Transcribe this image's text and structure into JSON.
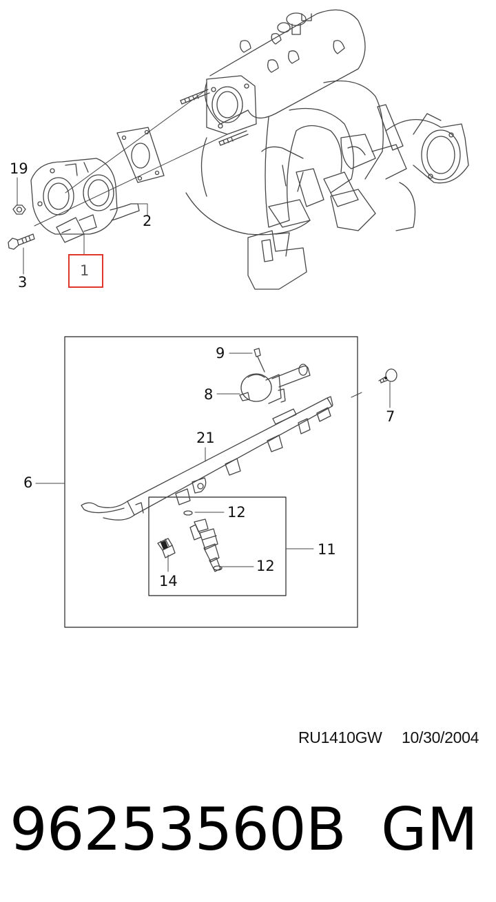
{
  "callouts": {
    "c1": "1",
    "c2": "2",
    "c3": "3",
    "c6": "6",
    "c7": "7",
    "c8": "8",
    "c9": "9",
    "c11": "11",
    "c12a": "12",
    "c12b": "12",
    "c14": "14",
    "c19": "19",
    "c21": "21"
  },
  "highlight_color": "#e0352b",
  "footer": {
    "ref_code": "RU1410GW",
    "ref_date": "10/30/2004",
    "part_number": "96253560B",
    "brand": "GM"
  }
}
